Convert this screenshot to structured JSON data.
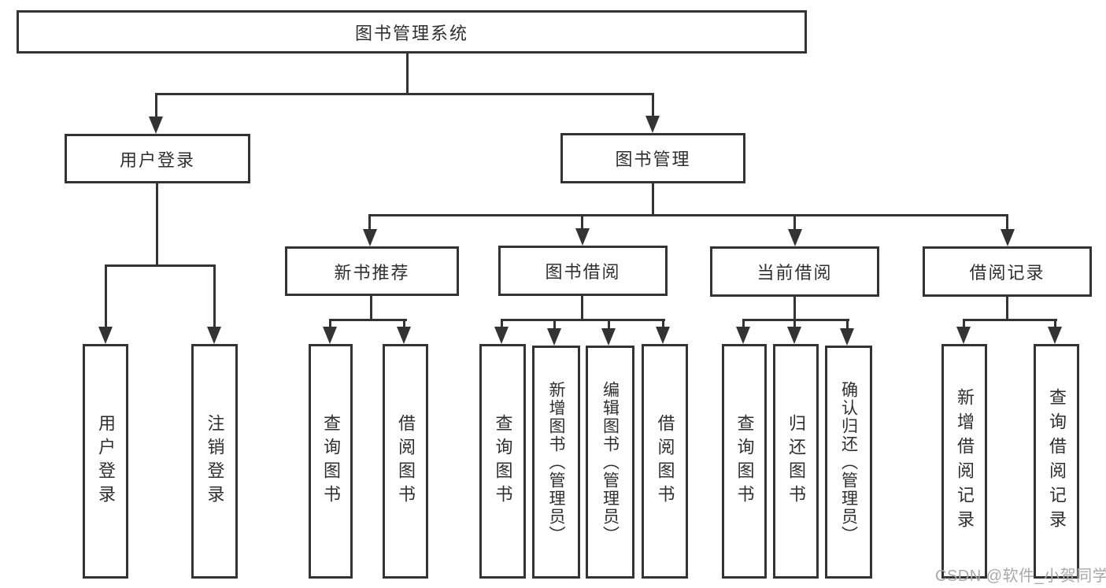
{
  "tree": {
    "label": "图书管理系统",
    "children": [
      {
        "label": "用户登录",
        "children": [
          {
            "label": "用户登录"
          },
          {
            "label": "注销登录"
          }
        ]
      },
      {
        "label": "图书管理",
        "children": [
          {
            "label": "新书推荐",
            "children": [
              {
                "label": "查询图书"
              },
              {
                "label": "借阅图书"
              }
            ]
          },
          {
            "label": "图书借阅",
            "children": [
              {
                "label": "查询图书"
              },
              {
                "label": "新增图书（管理员）"
              },
              {
                "label": "编辑图书（管理员）"
              },
              {
                "label": "借阅图书"
              }
            ]
          },
          {
            "label": "当前借阅",
            "children": [
              {
                "label": "查询图书"
              },
              {
                "label": "归还图书"
              },
              {
                "label": "确认归还（管理员）"
              }
            ]
          },
          {
            "label": "借阅记录",
            "children": [
              {
                "label": "新增借阅记录"
              },
              {
                "label": "查询借阅记录"
              }
            ]
          }
        ]
      }
    ]
  },
  "watermark": {
    "text": "CSDN @软件_小贺同学"
  },
  "colors": {
    "line": "#333333",
    "text": "#2f2f2f",
    "background": "#ffffff",
    "watermark": "#a9a9a9"
  }
}
